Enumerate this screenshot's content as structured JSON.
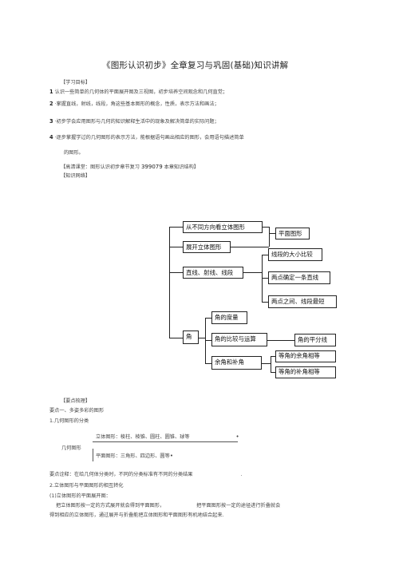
{
  "title": "《图形认识初步》全章复习与巩固(基础)知识讲解",
  "objectives": {
    "heading": "【学习目标】",
    "items": [
      {
        "num": "1",
        "text": "认识一些简单的几何体的平面展开图及三视图，初步培养空间观念和几何直觉；"
      },
      {
        "num": "2",
        "text": "·掌握直线，射线，线段，角这些基本图形的概念，性质，表示方法和画法；"
      },
      {
        "num": "3",
        "text": "·初步学会应用图形与几何的知识解释生活中的现象及解决简单的实际问题；"
      },
      {
        "num": "4",
        "text": "·逐步掌握学过的几何图形的表示方法，能根据语句画出相应的图形，会用语句描述简单"
      }
    ],
    "continuation": "的图形。"
  },
  "course_note": {
    "prefix": "【高清课堂：图形认识初步章节复习",
    "code": "399079",
    "suffix": "本章知识结构】"
  },
  "network_heading": "【知识网络】",
  "mindmap": {
    "n_view": "从不同方向看立体图形",
    "n_unfold": "展开立体图形",
    "n_plane": "平面图形",
    "n_lines": "直线、射线、线段",
    "n_compare_seg": "线段的大小比较",
    "n_two_points": "两点确定一条直线",
    "n_shortest": "两点之间、线段最短",
    "n_angle": "角",
    "n_angle_measure": "角的度量",
    "n_angle_compare": "角的比较与运算",
    "n_bisector": "角的平分线",
    "n_complement": "余角和补角",
    "n_equal_comp": "等角的余角相等",
    "n_equal_supp": "等角的补角相等"
  },
  "essentials": {
    "heading": "【要点梳理】",
    "point1_title": "要点一、多姿多彩的图形",
    "sub1": "1.几何图形的分类",
    "classify_root": "几何图形",
    "classify_solid": "立体图形：棱柱、棱锥、圆柱、圆锥、球等",
    "classify_plane": "平面图形：三角形、四边形、圆等",
    "explanation": "要点诠释：在给几何体分类时，不同的分类标准有不同的分类结果",
    "sub2": "2.立体图形与平面图形的相互转化",
    "sub2_1": "(1)立体图形的平面展开图：",
    "para_a": "把立体图形按一定的方式展开就会得到平面图形，",
    "para_b": "把平面图形按一定的途径进行折叠就会",
    "para_c": "得到相应的立体图形，通过展开与折叠能把立体图形和平面图形有机地结合起来."
  }
}
